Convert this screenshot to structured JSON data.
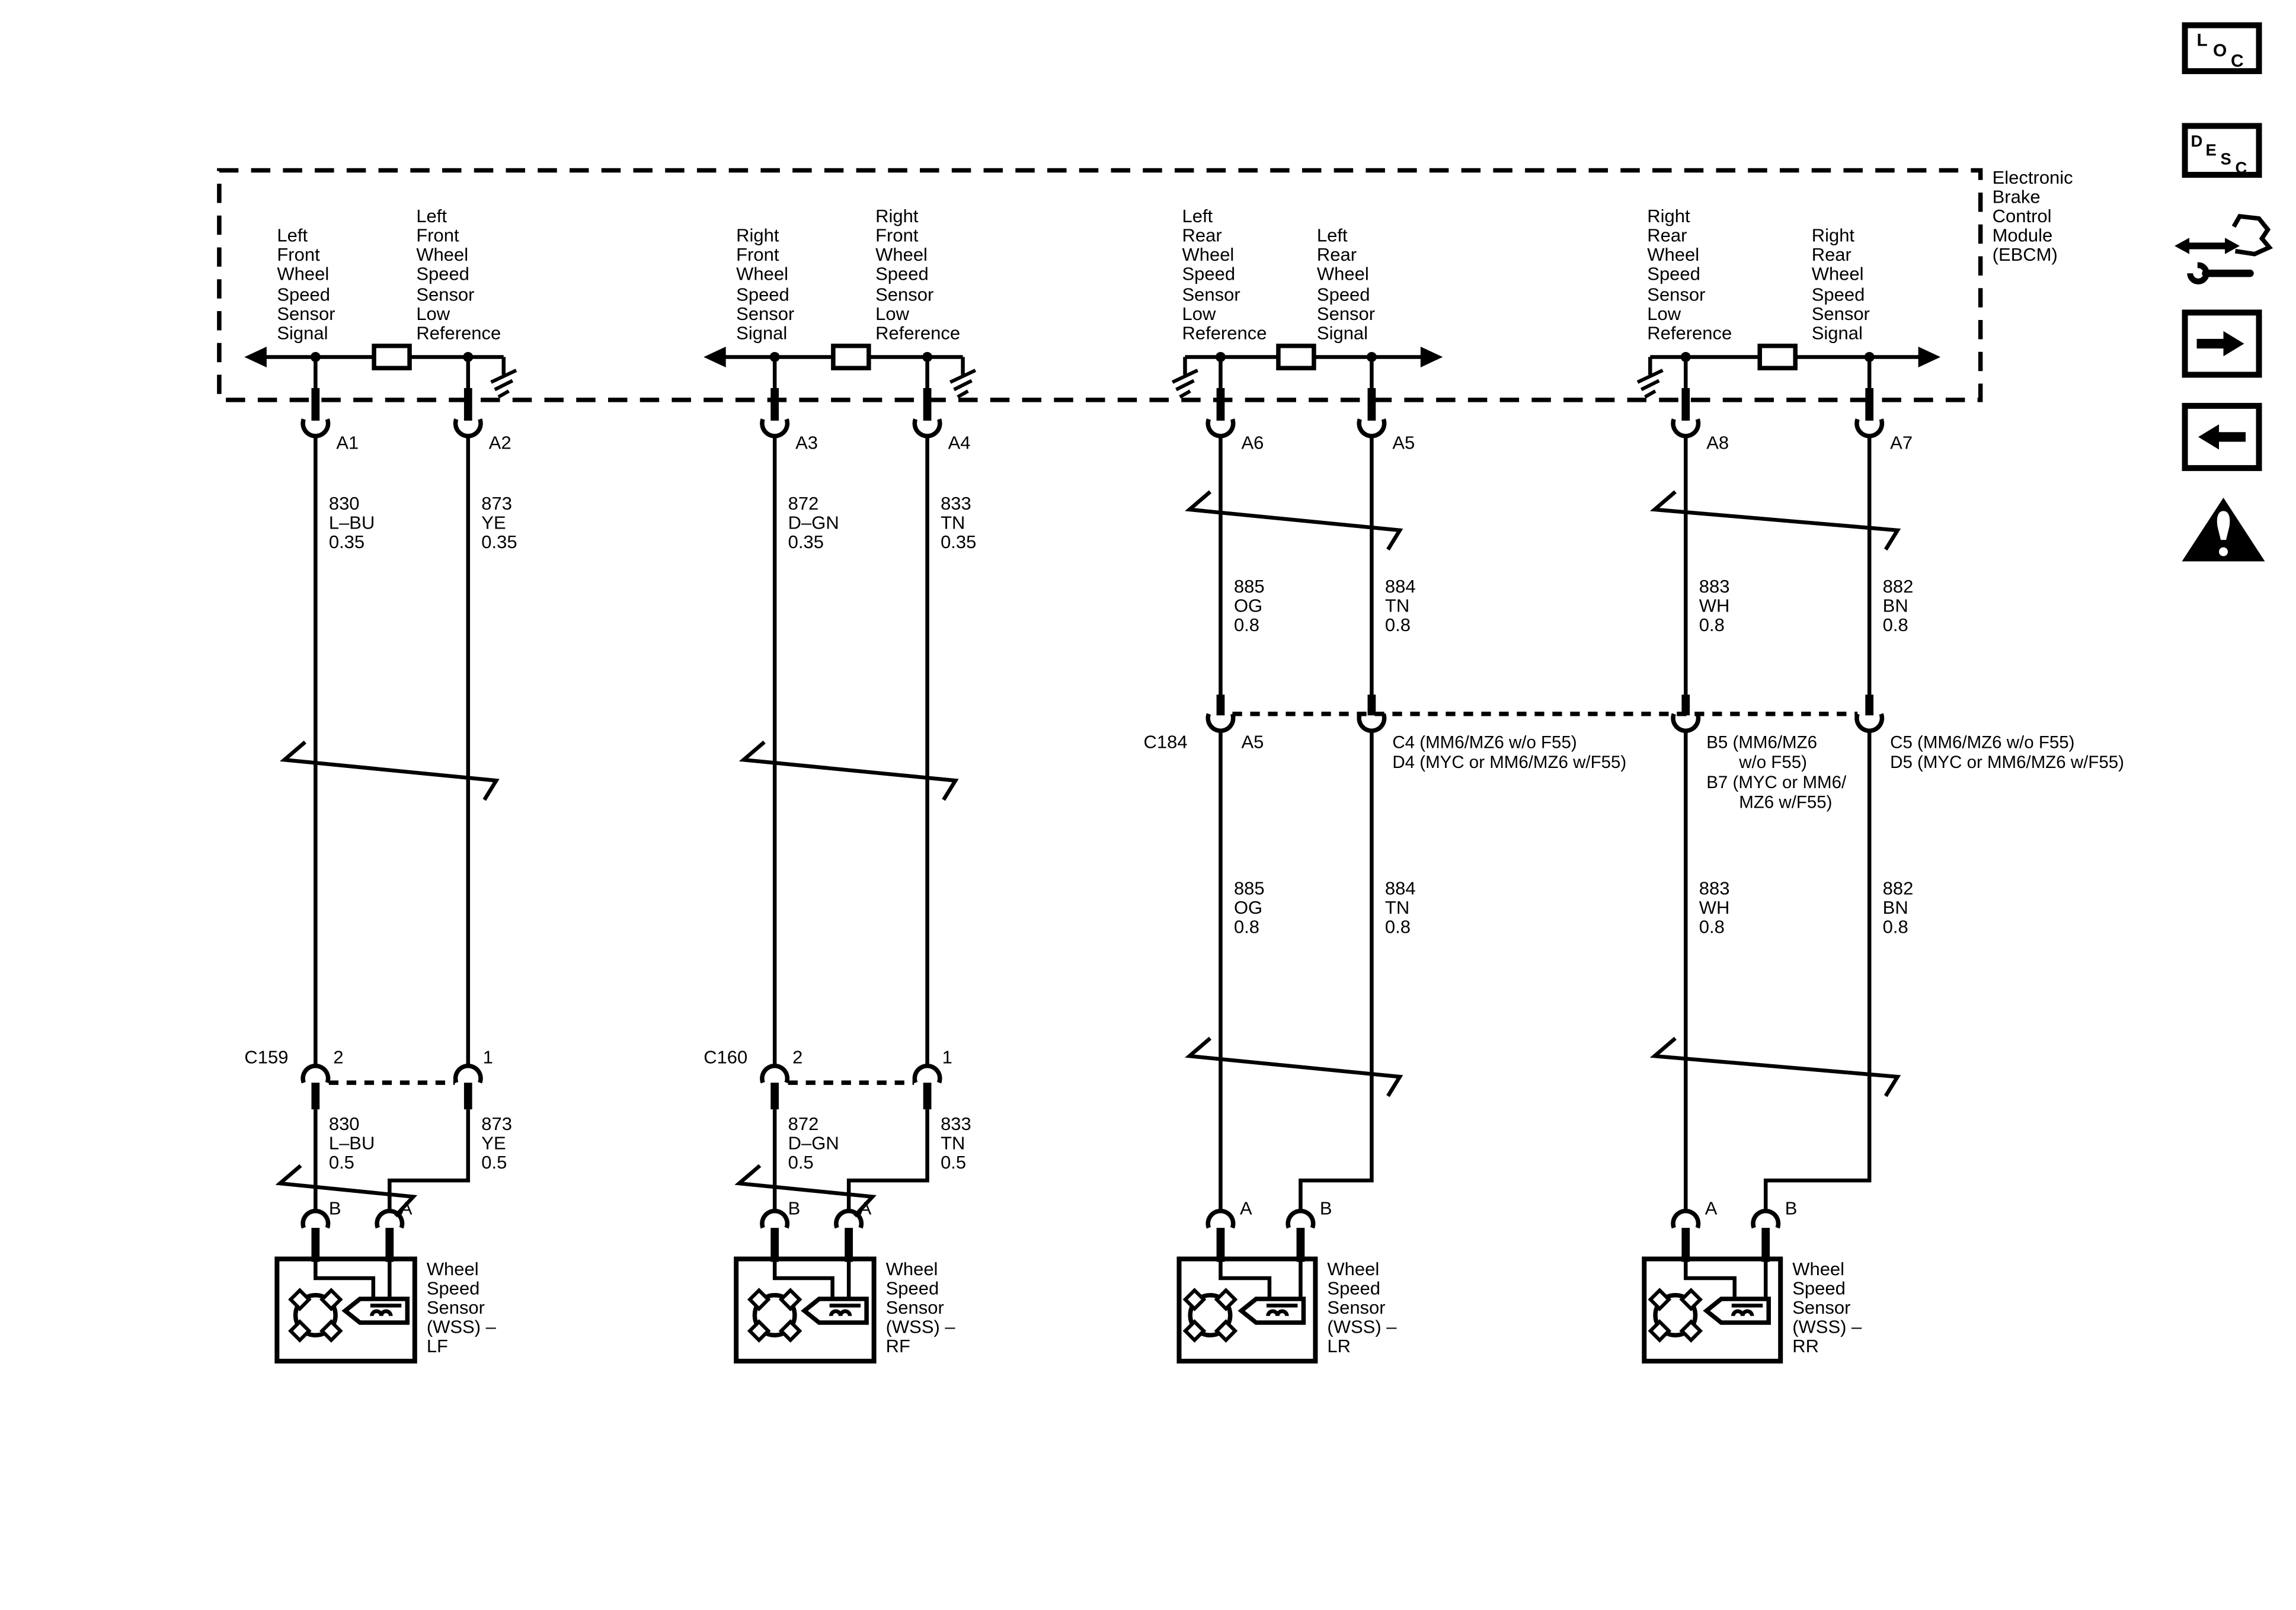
{
  "ebcm": {
    "label_lines": [
      "Electronic",
      "Brake",
      "Control",
      "Module",
      "(EBCM)"
    ]
  },
  "nav_icons": {
    "loc_letters": [
      "L",
      "O",
      "C"
    ],
    "desc_letters": [
      "D",
      "E",
      "S",
      "C"
    ]
  },
  "colors": {
    "line": "#000000",
    "background": "#ffffff"
  },
  "circuits": [
    {
      "id": "LF",
      "labels": {
        "signal": [
          "Left",
          "Front",
          "Wheel",
          "Speed",
          "Sensor",
          "Signal"
        ],
        "low_reference": [
          "Left",
          "Front",
          "Wheel",
          "Speed",
          "Sensor",
          "Low",
          "Reference"
        ]
      },
      "ebcm_pins": {
        "signal": "A1",
        "low_reference": "A2"
      },
      "upper_wires": {
        "signal": {
          "circuit": "830",
          "color": "L–BU",
          "gauge": "0.35"
        },
        "low_reference": {
          "circuit": "873",
          "color": "YE",
          "gauge": "0.35"
        }
      },
      "inline_connector": {
        "name": "C159",
        "signal_pin": "2",
        "low_reference_pin": "1"
      },
      "lower_wires": {
        "signal": {
          "circuit": "830",
          "color": "L–BU",
          "gauge": "0.5"
        },
        "low_reference": {
          "circuit": "873",
          "color": "YE",
          "gauge": "0.5"
        }
      },
      "sensor_pins": {
        "signal": "B",
        "low_reference": "A"
      },
      "sensor_label": [
        "Wheel",
        "Speed",
        "Sensor",
        "(WSS) –",
        "LF"
      ]
    },
    {
      "id": "RF",
      "labels": {
        "signal": [
          "Right",
          "Front",
          "Wheel",
          "Speed",
          "Sensor",
          "Signal"
        ],
        "low_reference": [
          "Right",
          "Front",
          "Wheel",
          "Speed",
          "Sensor",
          "Low",
          "Reference"
        ]
      },
      "ebcm_pins": {
        "signal": "A3",
        "low_reference": "A4"
      },
      "upper_wires": {
        "signal": {
          "circuit": "872",
          "color": "D–GN",
          "gauge": "0.35"
        },
        "low_reference": {
          "circuit": "833",
          "color": "TN",
          "gauge": "0.35"
        }
      },
      "inline_connector": {
        "name": "C160",
        "signal_pin": "2",
        "low_reference_pin": "1"
      },
      "lower_wires": {
        "signal": {
          "circuit": "872",
          "color": "D–GN",
          "gauge": "0.5"
        },
        "low_reference": {
          "circuit": "833",
          "color": "TN",
          "gauge": "0.5"
        }
      },
      "sensor_pins": {
        "signal": "B",
        "low_reference": "A"
      },
      "sensor_label": [
        "Wheel",
        "Speed",
        "Sensor",
        "(WSS) –",
        "RF"
      ]
    },
    {
      "id": "LR",
      "labels": {
        "low_reference": [
          "Left",
          "Rear",
          "Wheel",
          "Speed",
          "Sensor",
          "Low",
          "Reference"
        ],
        "signal": [
          "Left",
          "Rear",
          "Wheel",
          "Speed",
          "Sensor",
          "Signal"
        ]
      },
      "ebcm_pins": {
        "low_reference": "A6",
        "signal": "A5"
      },
      "upper_wires": {
        "low_reference": {
          "circuit": "885",
          "color": "OG",
          "gauge": "0.8"
        },
        "signal": {
          "circuit": "884",
          "color": "TN",
          "gauge": "0.8"
        }
      },
      "inline_connector": {
        "name": "C184",
        "low_reference_pin": "A5",
        "signal_pin_lines": [
          "C4 (MM6/MZ6 w/o F55)",
          "D4 (MYC or MM6/MZ6 w/F55)"
        ]
      },
      "lower_wires": {
        "low_reference": {
          "circuit": "885",
          "color": "OG",
          "gauge": "0.8"
        },
        "signal": {
          "circuit": "884",
          "color": "TN",
          "gauge": "0.8"
        }
      },
      "sensor_pins": {
        "low_reference": "A",
        "signal": "B"
      },
      "sensor_label": [
        "Wheel",
        "Speed",
        "Sensor",
        "(WSS) –",
        "LR"
      ]
    },
    {
      "id": "RR",
      "labels": {
        "low_reference": [
          "Right",
          "Rear",
          "Wheel",
          "Speed",
          "Sensor",
          "Low",
          "Reference"
        ],
        "signal": [
          "Right",
          "Rear",
          "Wheel",
          "Speed",
          "Sensor",
          "Signal"
        ]
      },
      "ebcm_pins": {
        "low_reference": "A8",
        "signal": "A7"
      },
      "upper_wires": {
        "low_reference": {
          "circuit": "883",
          "color": "WH",
          "gauge": "0.8"
        },
        "signal": {
          "circuit": "882",
          "color": "BN",
          "gauge": "0.8"
        }
      },
      "inline_connector": {
        "name": "C184",
        "low_reference_pin_lines": [
          "B5 (MM6/MZ6",
          "w/o F55)",
          "B7 (MYC or MM6/",
          "MZ6 w/F55)"
        ],
        "signal_pin_lines": [
          "C5 (MM6/MZ6 w/o F55)",
          "D5 (MYC or MM6/MZ6 w/F55)"
        ]
      },
      "lower_wires": {
        "low_reference": {
          "circuit": "883",
          "color": "WH",
          "gauge": "0.8"
        },
        "signal": {
          "circuit": "882",
          "color": "BN",
          "gauge": "0.8"
        }
      },
      "sensor_pins": {
        "low_reference": "A",
        "signal": "B"
      },
      "sensor_label": [
        "Wheel",
        "Speed",
        "Sensor",
        "(WSS) –",
        "RR"
      ]
    }
  ]
}
